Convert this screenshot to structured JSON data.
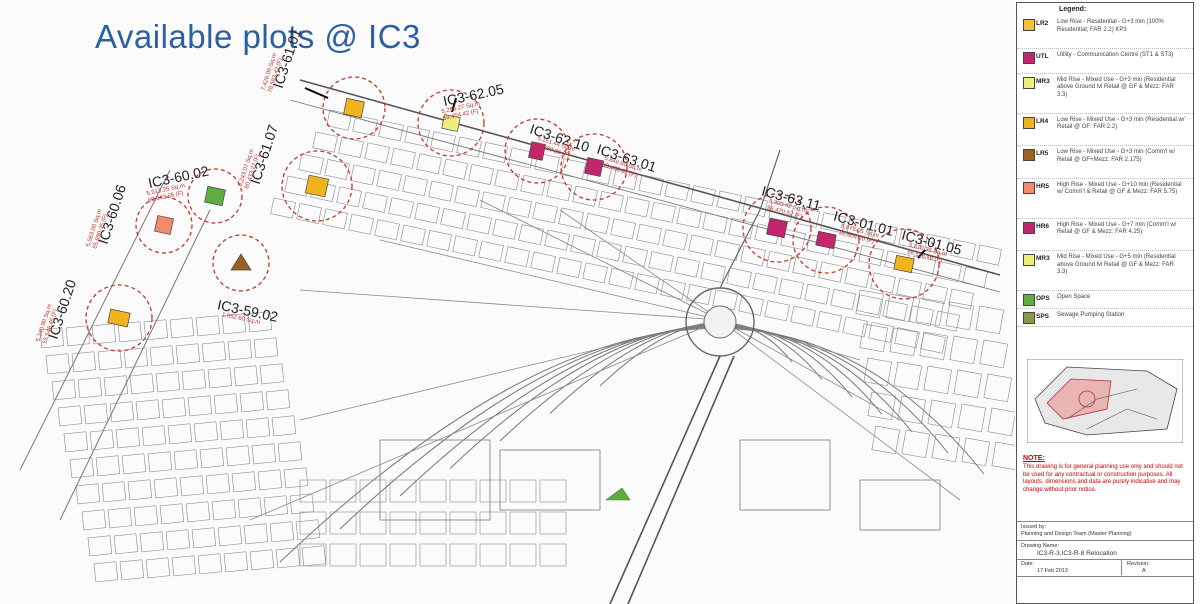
{
  "title": "Available plots @ IC3",
  "plots": [
    {
      "id": "IC3-61.01",
      "area": "7,426.00 Sq.m",
      "gfa": "78,583.42 (F)",
      "zone": "LR4"
    },
    {
      "id": "IC3-62.05",
      "area": "5,255.27 Sq.m",
      "gfa": "59,454.42 (F)",
      "zone": "MR3"
    },
    {
      "id": "IC3-62.10",
      "area": "5,151.44 Sq.m",
      "gfa": "59,689.26 (F)",
      "zone": "HR6"
    },
    {
      "id": "IC3-63.01",
      "area": "5,846.80 Sq.m",
      "gfa": "58,482.82 (F)",
      "zone": "HR6"
    },
    {
      "id": "IC3-60.02",
      "area": "5,913.25 Sq.m",
      "gfa": "60,642.65 (F)",
      "zone": "OPS"
    },
    {
      "id": "IC3-61.07",
      "area": "8,243.07 Sq.m",
      "gfa": "80,433.27 (F)",
      "zone": "LR4"
    },
    {
      "id": "IC3-60.06",
      "area": "5,563.00 Sq.m",
      "gfa": "55,690.35 (F)",
      "zone": "HR5"
    },
    {
      "id": "IC3-59.02",
      "area": "1,952.60 Sq.m",
      "gfa": "",
      "zone": "LR5"
    },
    {
      "id": "IC3-60.20",
      "area": "5,240.90 Sq.m",
      "gfa": "55,548.45 (F)",
      "zone": "LR4"
    },
    {
      "id": "IC3-63.11",
      "area": "5,303.42 Sq.m",
      "gfa": "56,470.52 (F)",
      "zone": "HR6"
    },
    {
      "id": "IC3-01.01",
      "area": "5,875.05 Sq.m",
      "gfa": "56,604.20 (F)",
      "zone": "HR6"
    },
    {
      "id": "IC3-01.05",
      "area": "5,870.35 Sq.m",
      "gfa": "56,536.46 (F)",
      "zone": "LR4"
    }
  ],
  "legend": {
    "heading": "Legend:",
    "items": [
      {
        "code": "LR2",
        "color": "#f1c232",
        "desc": "Low Rise - Residential - G+3 min (100% Residential; FAR 2.2) KP3"
      },
      {
        "code": "UTL",
        "color": "#c2266f",
        "desc": "Utility - Communication Centre (ST1 & ST3)"
      },
      {
        "code": "MR3",
        "color": "#eef07a",
        "desc": "Mid Rise - Mixed Use - G+3 min (Residential above Ground lvl Retail @ GF & Mezz: FAR 3.3)"
      },
      {
        "code": "LR4",
        "color": "#f0b41e",
        "desc": "Low Rise - Mixed Use - G+3 min (Residential w/ Retail @ GF: FAR 2.2)"
      },
      {
        "code": "LR5",
        "color": "#9a6320",
        "desc": "Low Rise - Mixed Use - G+3 min (Comm'l w/ Retail @ GF+Mezz: FAR 2.175)"
      },
      {
        "code": "HR5",
        "color": "#f08a6a",
        "desc": "High Rise - Mixed Use - G+10 min (Residential w/ Comm'l & Retail @ GF & Mezz: FAR 5.75)"
      },
      {
        "code": "HR6",
        "color": "#c2266f",
        "desc": "High Rise - Mixed Use - G+7 min (Comm'l w/ Retail @ GF & Mezz: FAR 4.25)"
      },
      {
        "code": "MR3",
        "color": "#eef07a",
        "desc": "Mid Rise - Mixed Use - G+5 min (Residential above Ground lvl Retail @ GF & Mezz: FAR 3.3)"
      },
      {
        "code": "OPS",
        "color": "#5fae3f",
        "desc": "Open Space"
      },
      {
        "code": "SPS",
        "color": "#8a9a4a",
        "desc": "Sewage Pumping Station"
      }
    ],
    "note_title": "NOTE:",
    "note_text": "This drawing is for general planning use only and should not be used for any contractual or construction purposes. All layouts, dimensions and data are purely indicative and may change without prior notice.",
    "issued_by_label": "Issued by:",
    "issued_by": "Planning and Design Team (Master Planning)",
    "drawing_name_label": "Drawing Name:",
    "drawing_name": "IC3-R-3,IC3-R-8 Relocation",
    "date_label": "Date:",
    "date": "17 Feb 2013",
    "revision_label": "Revision:",
    "revision": "A"
  },
  "colors": {
    "title": "#2d5fa3",
    "circle": "#c0392b",
    "road": "#8a8a8a"
  }
}
